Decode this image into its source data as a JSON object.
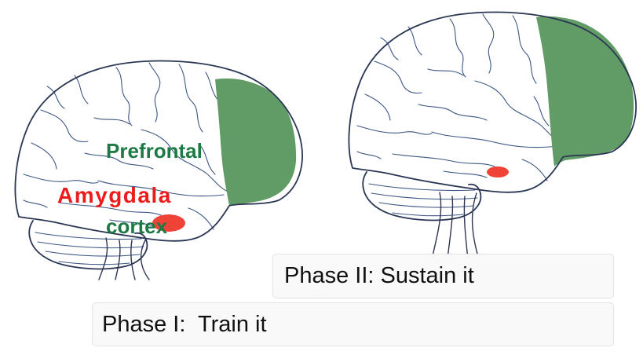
{
  "labels": {
    "prefrontal": [
      "Prefrontal",
      "cortex"
    ],
    "amygdala": "Amygdala"
  },
  "phases": [
    {
      "label": "Phase II: Sustain it"
    },
    {
      "label": "Phase I:  Train it"
    }
  ],
  "colors": {
    "prefrontal_region": "#619b65",
    "amygdala_region": "#ef4338",
    "prefrontal_label": "#1d7a45",
    "amygdala_label": "#ec1c1c",
    "brain_outline": "#2b3654",
    "brain_gyri": "#3c5684"
  }
}
